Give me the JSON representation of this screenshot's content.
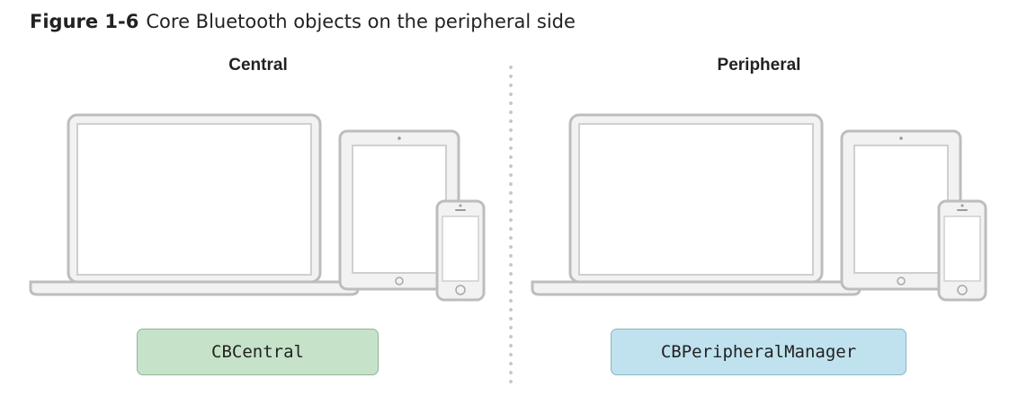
{
  "figure": {
    "label": "Figure 1-6",
    "title": "Core Bluetooth objects on the peripheral side"
  },
  "central": {
    "heading": "Central",
    "devices": [
      "laptop-icon",
      "tablet-icon",
      "phone-icon"
    ],
    "class_name": "CBCentral",
    "box_color": "#c6e3c9"
  },
  "peripheral": {
    "heading": "Peripheral",
    "devices": [
      "laptop-icon",
      "tablet-icon",
      "phone-icon"
    ],
    "class_name": "CBPeripheralManager",
    "box_color": "#bfe2ee"
  }
}
